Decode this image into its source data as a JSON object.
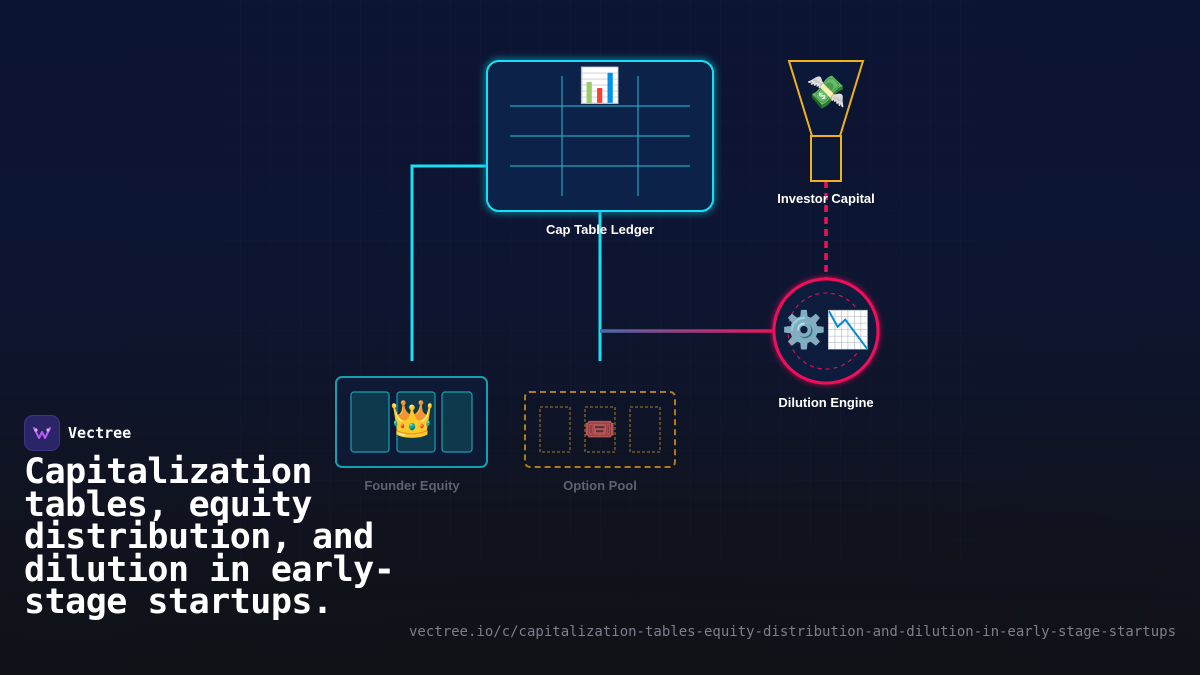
{
  "nodes": {
    "cap_table": {
      "label": "Cap Table Ledger",
      "icon": "bar-chart-emoji"
    },
    "investor": {
      "label": "Investor Capital",
      "icon": "money-with-wings-emoji"
    },
    "dilution": {
      "label": "Dilution Engine",
      "icon": "gear-and-chart-decreasing-emoji"
    },
    "founder": {
      "label": "Founder Equity",
      "icon": "crown-emoji"
    },
    "option_pool": {
      "label": "Option Pool",
      "icon": "ticket-emoji"
    }
  },
  "colors": {
    "cyan": "#19e0f5",
    "gold": "#f0b21c",
    "crimson": "#f0105a",
    "dim_text": "#5d6270"
  },
  "brand": {
    "name": "Vectree"
  },
  "headline": "Capitalization tables, equity distribution, and dilution in early-stage startups.",
  "url": "vectree.io/c/capitalization-tables-equity-distribution-and-dilution-in-early-stage-startups"
}
